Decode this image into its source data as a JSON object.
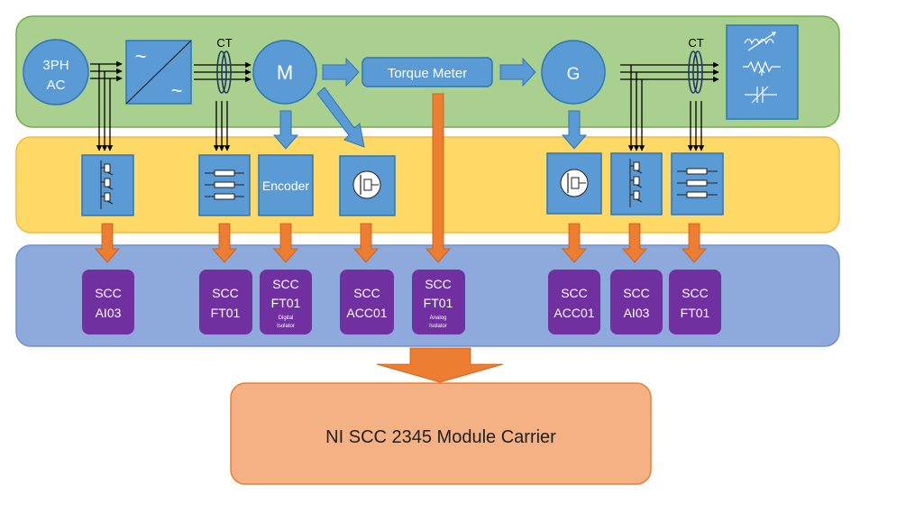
{
  "colors": {
    "row1_fill": "#a9d08e",
    "row1_stroke": "#70ad47",
    "row2_fill": "#ffd966",
    "row2_stroke": "#f4b942",
    "row3_fill": "#8ea9db",
    "row3_stroke": "#6f8fcf",
    "device_blue": "#5b9bd5",
    "device_stroke": "#2e75b6",
    "module_purple": "#7030a0",
    "arrow_orange": "#ed7d31",
    "carrier_fill": "#f4b183"
  },
  "row1": {
    "source_label_line1": "3PH",
    "source_label_line2": "AC",
    "converter_symbol_top": "~",
    "converter_symbol_bottom": "~",
    "ct_left_label": "CT",
    "motor_label": "M",
    "torque_meter_label": "Torque Meter",
    "generator_label": "G",
    "ct_right_label": "CT"
  },
  "row2": {
    "encoder_label": "Encoder"
  },
  "modules": [
    {
      "line1": "SCC",
      "line2": "AI03",
      "note1": "",
      "note2": ""
    },
    {
      "line1": "SCC",
      "line2": "FT01",
      "note1": "",
      "note2": ""
    },
    {
      "line1": "SCC",
      "line2": "FT01",
      "note1": "Digital",
      "note2": "Isolator"
    },
    {
      "line1": "SCC",
      "line2": "ACC01",
      "note1": "",
      "note2": ""
    },
    {
      "line1": "SCC",
      "line2": "FT01",
      "note1": "Analog",
      "note2": "Isolator"
    },
    {
      "line1": "SCC",
      "line2": "ACC01",
      "note1": "",
      "note2": ""
    },
    {
      "line1": "SCC",
      "line2": "AI03",
      "note1": "",
      "note2": ""
    },
    {
      "line1": "SCC",
      "line2": "FT01",
      "note1": "",
      "note2": ""
    }
  ],
  "carrier": {
    "label": "NI SCC 2345 Module Carrier"
  }
}
